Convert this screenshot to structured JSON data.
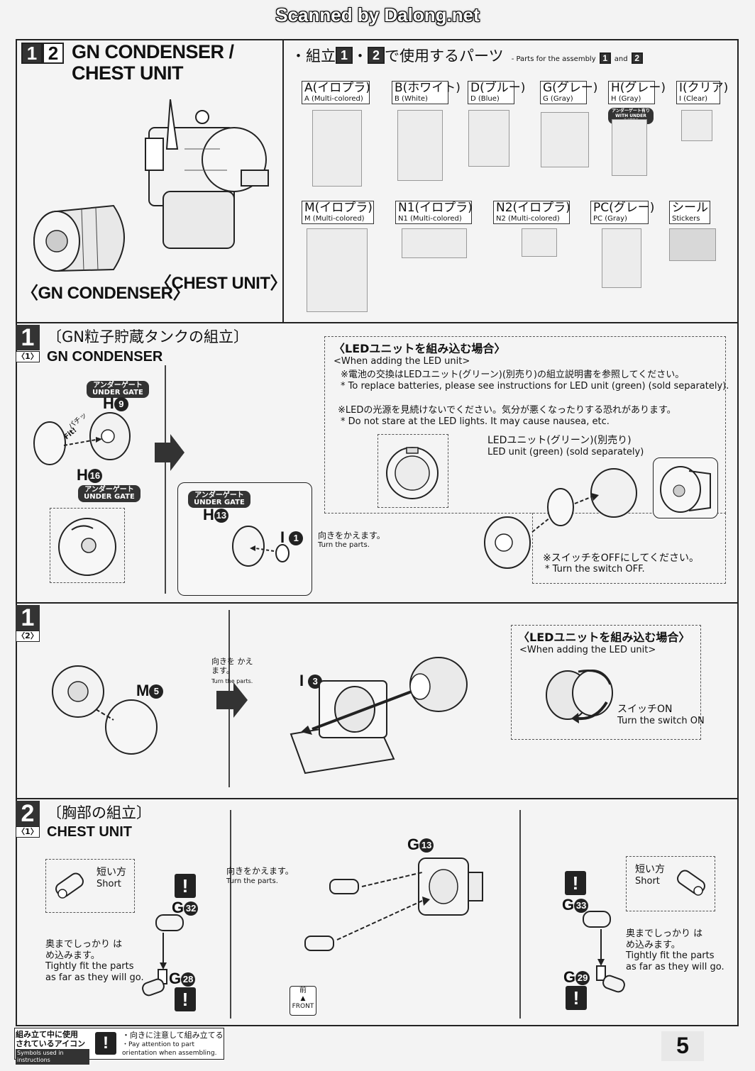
{
  "scan_credit": "Scanned by Dalong.net",
  "header": {
    "step_numbers": [
      "1",
      "2"
    ],
    "title_line1": "GN CONDENSER /",
    "title_line2": "CHEST UNIT",
    "caption_condenser": "〈GN CONDENSER〉",
    "caption_chest": "〈CHEST UNIT〉"
  },
  "parts": {
    "heading_prefix": "・組立",
    "heading_num1": "1",
    "heading_mid": "・",
    "heading_num2": "2",
    "heading_jp": "で使用するパーツ",
    "heading_en": "- Parts for the assembly",
    "heading_en_num1": "1",
    "heading_en_and": "and",
    "heading_en_num2": "2",
    "runners": [
      {
        "jp": "A(イロプラ)",
        "en": "A (Multi-colored)"
      },
      {
        "jp": "B(ホワイト)",
        "en": "B (White)"
      },
      {
        "jp": "D(ブルー)",
        "en": "D (Blue)"
      },
      {
        "jp": "G(グレー)",
        "en": "G (Gray)"
      },
      {
        "jp": "H(グレー)",
        "en": "H (Gray)",
        "badge": "アンダーゲート有り WITH UNDER GATES"
      },
      {
        "jp": "I(クリア)",
        "en": "I (Clear)"
      },
      {
        "jp": "M(イロプラ)",
        "en": "M (Multi-colored)"
      },
      {
        "jp": "N1(イロプラ)",
        "en": "N1 (Multi-colored)"
      },
      {
        "jp": "N2(イロプラ)",
        "en": "N2 (Multi-colored)"
      },
      {
        "jp": "PC(グレー)",
        "en": "PC (Gray)"
      },
      {
        "jp": "シール",
        "en": "Stickers"
      }
    ]
  },
  "step1_1": {
    "num": "1",
    "title": "〔GN粒子貯蔵タンクの組立〕",
    "sub": "〈1〉",
    "subtitle": "GN CONDENSER",
    "badge1_jp": "アンダーゲート",
    "badge1_en": "UNDER GATE",
    "part_h9": "H",
    "part_h9_num": "9",
    "fit_jp": "パチッ",
    "fit_en": "Fit!",
    "part_h16": "H",
    "part_h16_num": "16",
    "badge2_jp": "アンダーゲート",
    "badge2_en": "UNDER GATE",
    "badge3_jp": "アンダーゲート",
    "badge3_en": "UNDER GATE",
    "part_h13": "H",
    "part_h13_num": "13",
    "part_i1": "I",
    "part_i1_num": "1",
    "turn_jp": "向きをかえます。",
    "turn_en": "Turn the parts.",
    "led_title": "〈LEDユニットを組み込む場合〉",
    "led_sub": "<When adding the LED unit>",
    "led_note1_jp": "※電池の交換はLEDユニット(グリーン)(別売り)の組立説明書を参照してください。",
    "led_note1_en": "* To replace batteries, please see instructions for LED unit (green) (sold separately).",
    "led_note2_jp": "※LEDの光源を見続けないでください。気分が悪くなったりする恐れがあります。",
    "led_note2_en": "* Do not stare at the LED lights. It may cause nausea, etc.",
    "led_unit_jp": "LEDユニット(グリーン)(別売り)",
    "led_unit_en": "LED unit (green) (sold separately)",
    "switch_off_jp": "※スイッチをOFFにしてください。",
    "switch_off_en": "* Turn the switch OFF."
  },
  "step1_2": {
    "num": "1",
    "sub": "〈2〉",
    "part_m5": "M",
    "part_m5_num": "5",
    "turn_jp": "向きを かえます。",
    "turn_en": "Turn the parts.",
    "part_i3": "I",
    "part_i3_num": "3",
    "led_title": "〈LEDユニットを組み込む場合〉",
    "led_sub": "<When adding the LED unit>",
    "switch_on_jp": "スイッチON",
    "switch_on_en": "Turn the switch ON"
  },
  "step2_1": {
    "num": "2",
    "title": "〔胸部の組立〕",
    "sub": "〈1〉",
    "subtitle": "CHEST UNIT",
    "short_jp": "短い方",
    "short_en": "Short",
    "part_g32": "G",
    "part_g32_num": "32",
    "tight_jp": "奥までしっかり はめ込みます。",
    "tight_en": "Tightly fit the parts as far as they will go.",
    "part_g28": "G",
    "part_g28_num": "28",
    "turn_jp": "向きをかえます。",
    "turn_en": "Turn the parts.",
    "part_g13": "G",
    "part_g13_num": "13",
    "front_jp": "前",
    "front_en": "FRONT",
    "short2_jp": "短い方",
    "short2_en": "Short",
    "part_g33": "G",
    "part_g33_num": "33",
    "tight2_jp": "奥までしっかり はめ込みます。",
    "tight2_en": "Tightly fit the parts as far as they will go.",
    "part_g29": "G",
    "part_g29_num": "29"
  },
  "footer": {
    "icons_jp": "組み立て中に使用 されているアイコン",
    "icons_en": "Symbols used in instructions",
    "warn_jp": "・向きに注意して組み立てる",
    "warn_en": "・Pay attention to part orientation when assembling.",
    "page": "5"
  }
}
